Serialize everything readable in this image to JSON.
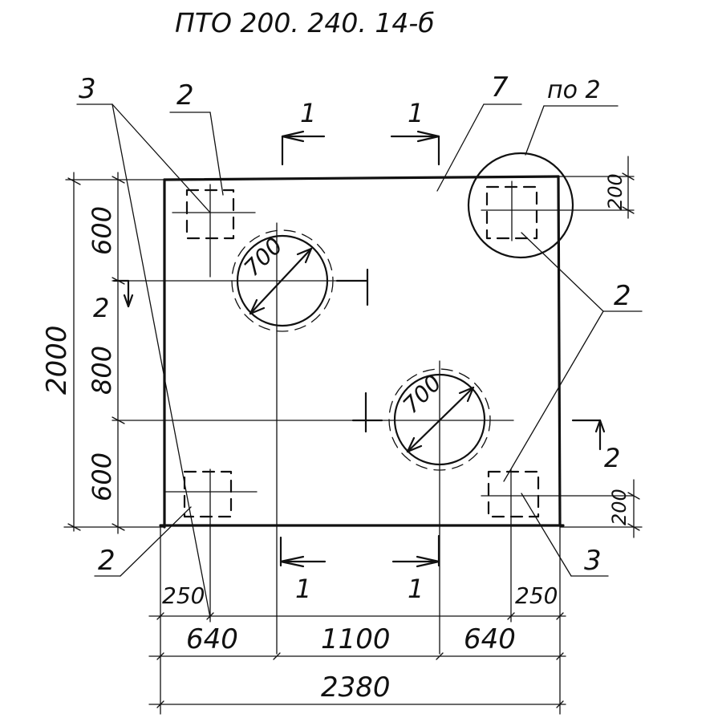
{
  "title": "ПТО 200. 240. 14-б",
  "labels": {
    "l3": "3",
    "l2": "2",
    "l7": "7",
    "po2": "по 2",
    "section1": "1",
    "section2": "2"
  },
  "dimensions": {
    "d2000": "2000",
    "d600": "600",
    "d800": "800",
    "d700": "700",
    "d200": "200",
    "d250": "250",
    "d640": "640",
    "d1100": "1100",
    "d2380": "2380"
  }
}
